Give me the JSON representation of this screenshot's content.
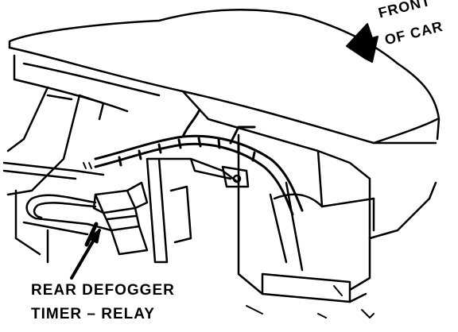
{
  "diagram": {
    "callout_label_line1": "REAR DEFOGGER",
    "callout_label_line2": "TIMER – RELAY",
    "orientation_label_line1": "FRONT",
    "orientation_label_line2": "OF CAR",
    "ink_color": "#000000",
    "paper_color": "#ffffff",
    "icons": [
      "front-arrow-icon",
      "callout-arrow-icon"
    ]
  }
}
